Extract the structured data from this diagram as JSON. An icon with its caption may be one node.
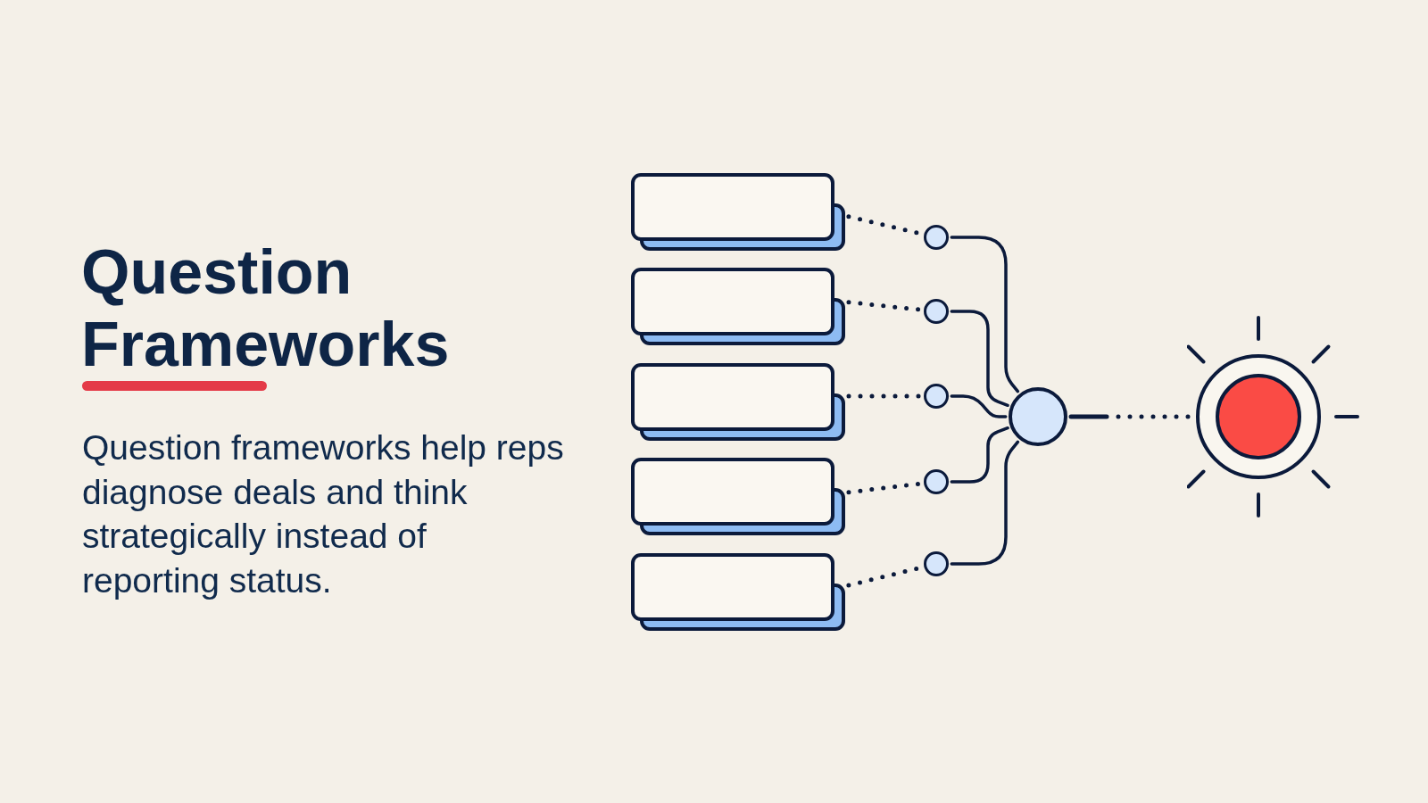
{
  "diagram": {
    "title": "Question Frameworks",
    "nodes": [
      {
        "text": [],
        "shape": "box"
      },
      {
        "text": [],
        "shape": "box"
      },
      {
        "text": [],
        "shape": "box"
      },
      {
        "text": [],
        "shape": "box"
      },
      {
        "text": [],
        "shape": "box"
      },
      {
        "text": [],
        "shape": "circle"
      },
      {
        "text": [],
        "shape": "circle"
      },
      {
        "text": [],
        "shape": "circle"
      },
      {
        "text": [],
        "shape": "circle"
      },
      {
        "text": [],
        "shape": "circle"
      },
      {
        "text": [],
        "shape": "circle"
      },
      {
        "text": [],
        "shape": "circle"
      }
    ],
    "edges": [
      {
        "from": 0,
        "to": 5,
        "arrow": "none",
        "style": "dashed"
      },
      {
        "from": 1,
        "to": 6,
        "arrow": "none",
        "style": "dashed"
      },
      {
        "from": 2,
        "to": 7,
        "arrow": "none",
        "style": "dashed"
      },
      {
        "from": 3,
        "to": 8,
        "arrow": "none",
        "style": "dashed"
      },
      {
        "from": 4,
        "to": 9,
        "arrow": "none",
        "style": "dashed"
      },
      {
        "from": 5,
        "to": 10,
        "arrow": "none"
      },
      {
        "from": 6,
        "to": 10,
        "arrow": "none"
      },
      {
        "from": 7,
        "to": 10,
        "arrow": "none"
      },
      {
        "from": 8,
        "to": 10,
        "arrow": "none"
      },
      {
        "from": 9,
        "to": 10,
        "arrow": "none"
      },
      {
        "from": 10,
        "to": 11,
        "arrow": "none",
        "style": "dashed"
      }
    ],
    "labels": [
      "Question frameworks help reps diagnose deals and think strategically instead of reporting status."
    ]
  }
}
